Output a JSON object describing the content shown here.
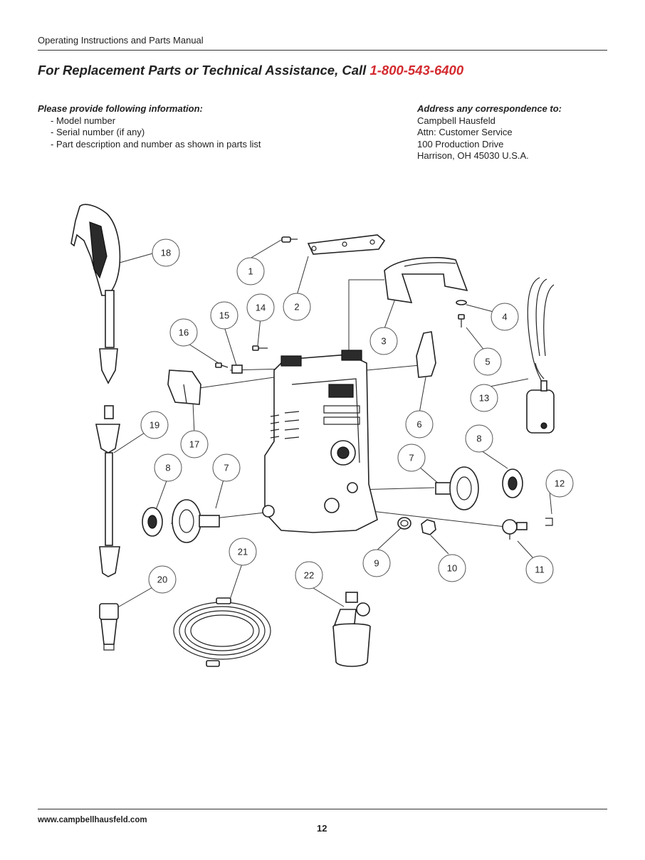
{
  "header": {
    "title": "Operating Instructions and Parts Manual"
  },
  "headline": {
    "text": "For Replacement Parts or Technical Assistance, Call ",
    "phone": "1-800-543-6400"
  },
  "info": {
    "heading": "Please provide following information:",
    "items": [
      "- Model number",
      "- Serial number (if any)",
      "- Part description and number as shown in parts list"
    ]
  },
  "address": {
    "heading": "Address any correspondence to:",
    "lines": [
      "Campbell Hausfeld",
      "Attn: Customer Service",
      "100 Production Drive",
      "Harrison, OH   45030   U.S.A."
    ]
  },
  "callouts": [
    "1",
    "2",
    "3",
    "4",
    "5",
    "6",
    "7",
    "7",
    "8",
    "8",
    "9",
    "10",
    "11",
    "12",
    "13",
    "14",
    "15",
    "16",
    "17",
    "18",
    "19",
    "20",
    "21",
    "22"
  ],
  "footer": {
    "url": "www.campbellhausfeld.com",
    "page": "12"
  },
  "colors": {
    "accent": "#d32a2f",
    "text": "#222222"
  }
}
